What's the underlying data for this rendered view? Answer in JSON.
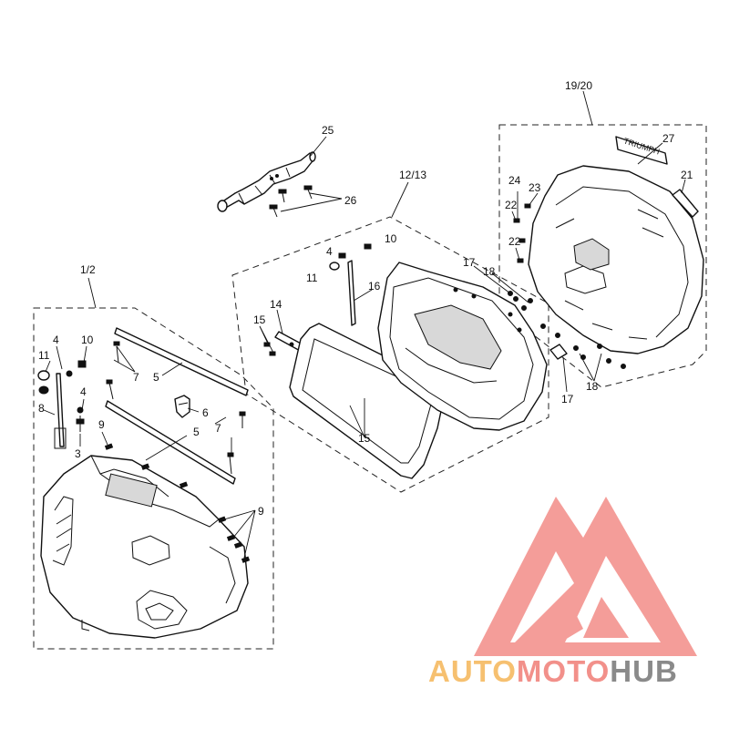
{
  "callouts": {
    "c1_2": "1/2",
    "c3": "3",
    "c4a": "4",
    "c4b": "4",
    "c4c": "4",
    "c5a": "5",
    "c5b": "5",
    "c6": "6",
    "c7a": "7",
    "c7b": "7",
    "c8": "8",
    "c9a": "9",
    "c9b": "9",
    "c10a": "10",
    "c10b": "10",
    "c11a": "11",
    "c11b": "11",
    "c12_13": "12/13",
    "c14": "14",
    "c15a": "15",
    "c15b": "15",
    "c16": "16",
    "c17a": "17",
    "c17b": "17",
    "c18a": "18",
    "c18b": "18",
    "c19_20": "19/20",
    "c21": "21",
    "c22a": "22",
    "c22b": "22",
    "c23": "23",
    "c24": "24",
    "c25": "25",
    "c26": "26",
    "c27": "27"
  },
  "badge_text": "TRIUMPH",
  "watermark": {
    "word1": "AUTO",
    "word2": "MOTO",
    "word3": "HUB",
    "color1": "#f6c070",
    "color2": "#f2908a",
    "color3": "#8a8a8a",
    "logo_color": "#f3938e"
  }
}
